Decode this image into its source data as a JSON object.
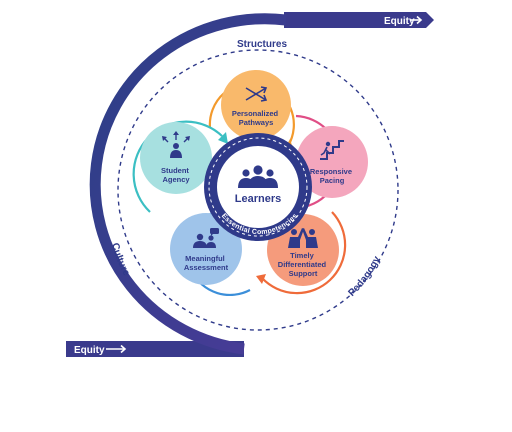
{
  "equity": {
    "top": "Equity",
    "bottom": "Equity"
  },
  "outer": {
    "structures": "Structures",
    "culture": "Culture",
    "pedagogy": "Pedagogy"
  },
  "center": {
    "title": "Learners",
    "ring": "Essential Competencies"
  },
  "petals": {
    "personalized": {
      "line1": "Personalized",
      "line2": "Pathways",
      "color": "#f9b96b"
    },
    "responsive": {
      "line1": "Responsive",
      "line2": "Pacing",
      "color": "#f4a6bd"
    },
    "timely": {
      "line1": "Timely",
      "line2": "Differentiated",
      "line3": "Support",
      "color": "#f59b7c"
    },
    "meaningful": {
      "line1": "Meaningful",
      "line2": "Assessment",
      "color": "#9fc4ea"
    },
    "agency": {
      "line1": "Student",
      "line2": "Agency",
      "color": "#a7e0e0"
    }
  },
  "colors": {
    "navy": "#2f3a8a",
    "indigo": "#3d3f8f",
    "orange_ring": "#f39a2c",
    "pink_ring": "#e04e86",
    "coral_ring": "#ef6b3a",
    "blue_ring": "#3c8fd9",
    "teal_ring": "#3bbfc3"
  }
}
